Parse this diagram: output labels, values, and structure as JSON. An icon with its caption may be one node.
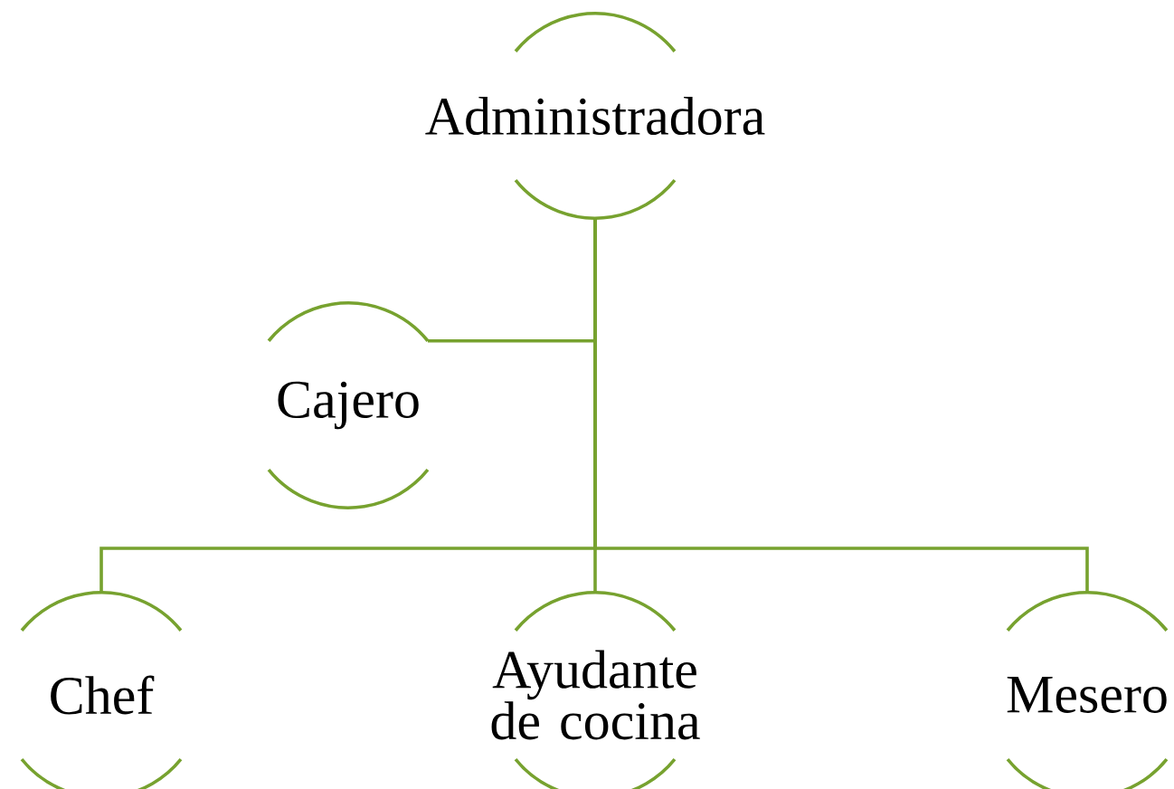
{
  "diagram": {
    "nodes": [
      {
        "text": [
          "Administradora"
        ]
      },
      {
        "text": [
          "Cajero"
        ]
      },
      {
        "text": [
          "Chef"
        ]
      },
      {
        "text": [
          "Ayudante de cocina"
        ]
      },
      {
        "text": [
          "Mesero"
        ]
      }
    ],
    "edges": [
      {
        "from": 0,
        "to": 1,
        "arrow": "none"
      },
      {
        "from": 0,
        "to": 2,
        "arrow": "none"
      },
      {
        "from": 0,
        "to": 3,
        "arrow": "none"
      },
      {
        "from": 0,
        "to": 4,
        "arrow": "none"
      }
    ]
  }
}
